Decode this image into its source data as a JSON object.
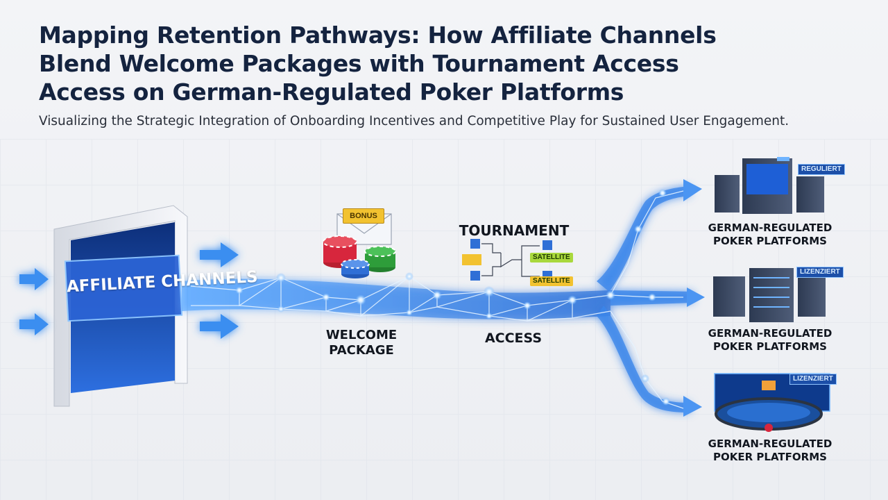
{
  "title_lines": [
    "Mapping Retention Pathways: How Affiliate Channels",
    "Blend Welcome Packages with Tournament Access",
    "Access on German-Regulated Poker Platforms"
  ],
  "subtitle": "Visualizing the Strategic Integration of Onboarding Incentives and Competitive Play for Sustained User Engagement.",
  "nodes": {
    "affiliate": "AFFILIATE CHANNELS",
    "welcome_line1": "WELCOME",
    "welcome_line2": "PACKAGE",
    "bonus_tag": "BONUS",
    "tournament": "TOURNAMENT",
    "satellite_1": "SATELLITE",
    "satellite_2": "SATELLITE",
    "access": "ACCESS",
    "platform_line1": "GERMAN-REGULATED",
    "platform_line2": "POKER PLATFORMS"
  },
  "platform_badges": [
    "REGULIERT",
    "LIZENZIERT",
    "LIZENZIERT"
  ],
  "colors": {
    "title": "#14233f",
    "accent_blue": "#2f7fe6",
    "glow": "#9fd2ff",
    "portal": "#1f5bc4",
    "chip_red": "#d7263d",
    "chip_green": "#2e9d3a",
    "chip_blue": "#2f6fd6",
    "satellite_tag": "#a9d83c",
    "satellite_tag_2": "#f2c230"
  }
}
